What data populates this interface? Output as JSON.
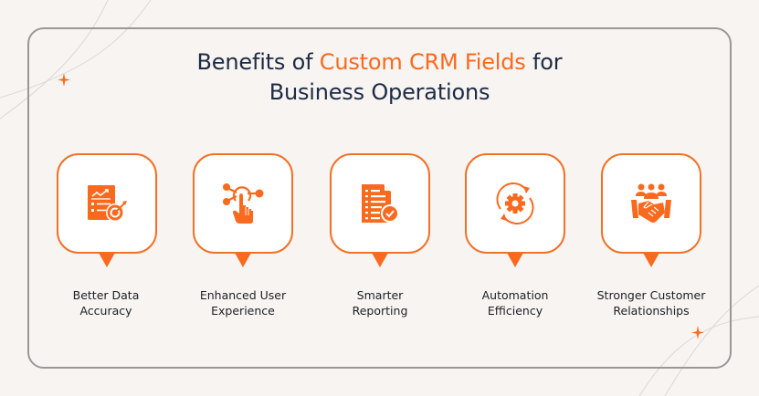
{
  "title": {
    "part1": "Benefits of ",
    "accent": "Custom CRM Fields",
    "part2": " for",
    "line2": "Business Operations"
  },
  "colors": {
    "accent": "#f96a1e",
    "title": "#1e2b45",
    "background": "#f7f4f1",
    "frame": "#9a9897"
  },
  "benefits": [
    {
      "icon": "report-target-icon",
      "line1": "Better Data",
      "line2": "Accuracy"
    },
    {
      "icon": "touch-network-icon",
      "line1": "Enhanced User",
      "line2": "Experience"
    },
    {
      "icon": "document-check-icon",
      "line1": "Smarter",
      "line2": "Reporting"
    },
    {
      "icon": "gear-cycle-icon",
      "line1": "Automation",
      "line2": "Efficiency"
    },
    {
      "icon": "team-handshake-icon",
      "line1": "Stronger Customer",
      "line2": "Relationships"
    }
  ]
}
